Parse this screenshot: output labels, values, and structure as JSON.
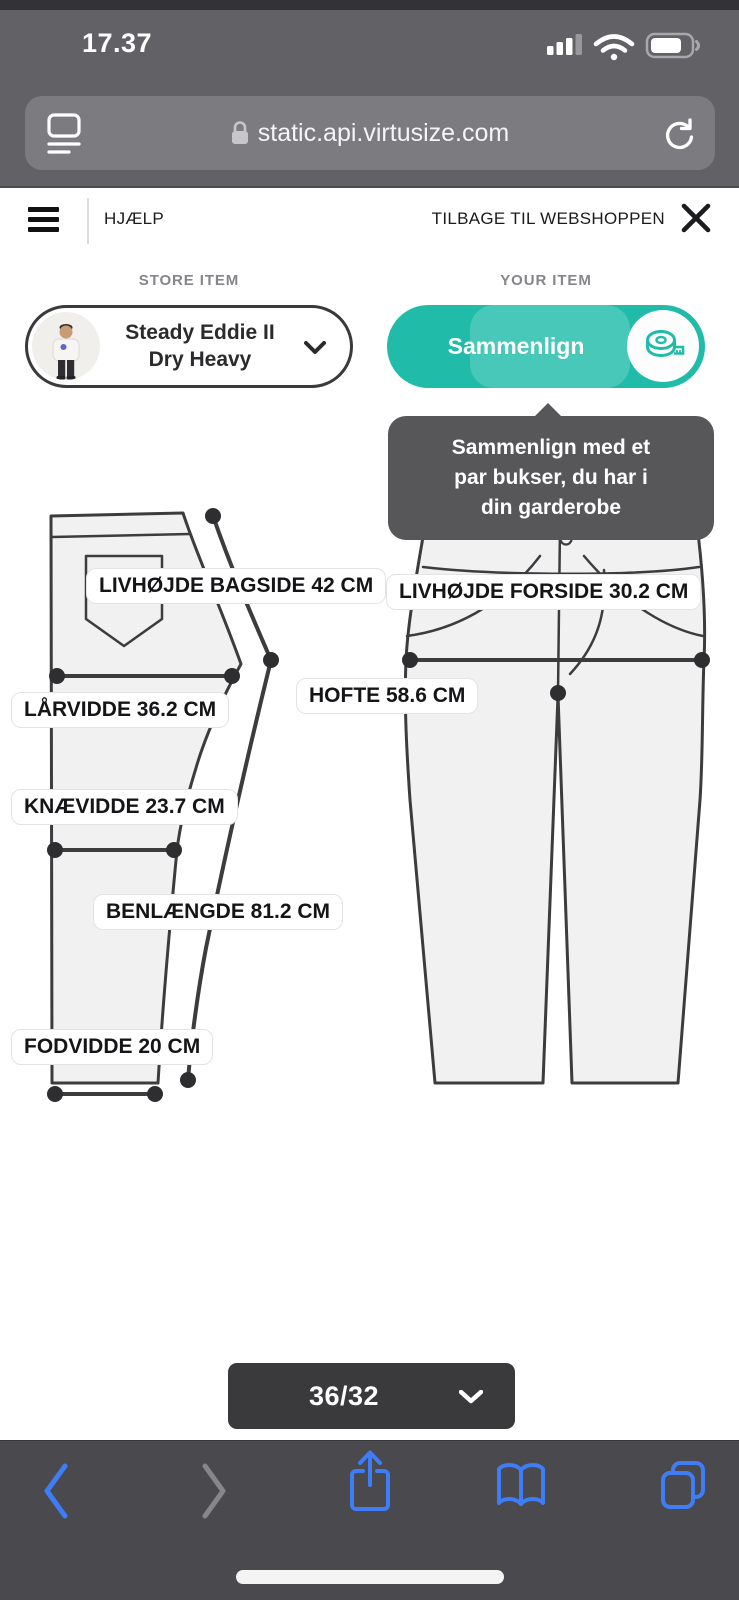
{
  "status_bar": {
    "time": "17.37"
  },
  "url_bar": {
    "domain": "static.api.virtusize.com"
  },
  "header": {
    "help": "HJÆLP",
    "back_to_shop": "TILBAGE TIL WEBSHOPPEN"
  },
  "panels": {
    "store_item_label": "STORE ITEM",
    "your_item_label": "YOUR ITEM"
  },
  "store_item": {
    "title_line1": "Steady Eddie II",
    "title_line2": "Dry Heavy"
  },
  "compare_button": {
    "label": "Sammenlign"
  },
  "tooltip": {
    "text": "Sammenlign med et\npar bukser, du har i\ndin garderobe"
  },
  "measurements": {
    "back_rise": "LIVHØJDE BAGSIDE 42 CM",
    "front_rise": "LIVHØJDE FORSIDE 30.2 CM",
    "thigh": "LÅRVIDDE 36.2 CM",
    "hip": "HOFTE 58.6 CM",
    "knee": "KNÆVIDDE 23.7 CM",
    "leg_length": "BENLÆNGDE 81.2 CM",
    "hem": "FODVIDDE 20 CM"
  },
  "size_selector": {
    "value": "36/32"
  },
  "colors": {
    "accent_teal": "#20bca9",
    "toolbar_blue": "#3e7df6",
    "dark_button": "#3a393b"
  }
}
